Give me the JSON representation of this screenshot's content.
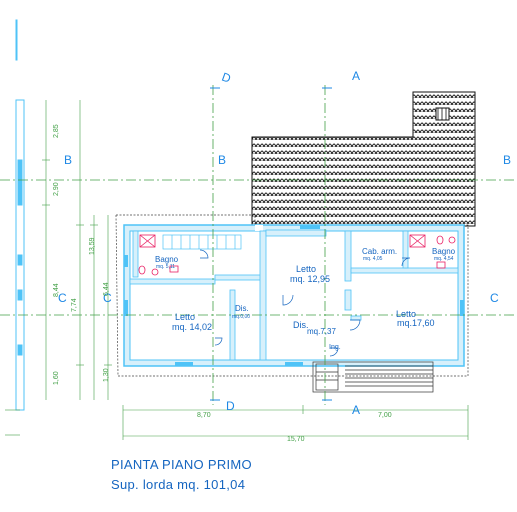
{
  "caption": {
    "title": "PIANTA PIANO PRIMO",
    "area": "Sup. lorda mq. 101,04"
  },
  "rooms": [
    {
      "id": "letto-1",
      "name": "Letto",
      "area": "mq. 14,02"
    },
    {
      "id": "letto-2",
      "name": "Letto",
      "area": "mq. 12,95"
    },
    {
      "id": "letto-3",
      "name": "Letto",
      "area": "mq.17,60"
    },
    {
      "id": "bagno-1",
      "name": "Bagno",
      "area": "mq. 5,11"
    },
    {
      "id": "bagno-2",
      "name": "Bagno",
      "area": "mq. 4,54"
    },
    {
      "id": "cab-arm",
      "name": "Cab. arm.",
      "area": "mq. 4,05"
    },
    {
      "id": "dis-1",
      "name": "Dis.",
      "area": "mq.0,00"
    },
    {
      "id": "dis-2",
      "name": "Dis.",
      "area": "mq.7,37"
    },
    {
      "id": "ing",
      "name": "Ing.",
      "area": ""
    }
  ],
  "section_marks": {
    "a": "A",
    "b": "B",
    "c": "C",
    "d": "D"
  },
  "dimensions": {
    "h1": "2,85",
    "h2": "2,90",
    "h3": "8,44",
    "h4": "7,74",
    "h5": "1,60",
    "h6": "13,59",
    "h7": "6,44",
    "h8": "1,30",
    "w1": "8,70",
    "w2": "7,00",
    "w3": "15,70"
  },
  "colors": {
    "wall": "#4fc3f7",
    "wall_fill": "#d7f0fb",
    "text": "#1565c0",
    "section_line": "#43a047",
    "roof": "#111111"
  }
}
